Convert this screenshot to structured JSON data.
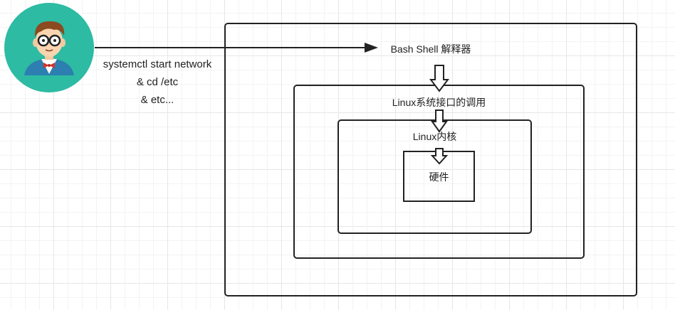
{
  "user": {
    "avatar_icon": "developer-avatar-icon",
    "bg_color": "#2dbba3"
  },
  "command_lines": [
    "systemctl start network",
    "& cd /etc",
    "& etc..."
  ],
  "layers": {
    "shell": "Bash Shell 解释器",
    "syscall": "Linux系统接口的调用",
    "kernel": "Linux内核",
    "hardware": "硬件"
  },
  "colors": {
    "stroke": "#222222",
    "grid": "#e6e6e6",
    "canvas": "#ffffff"
  }
}
